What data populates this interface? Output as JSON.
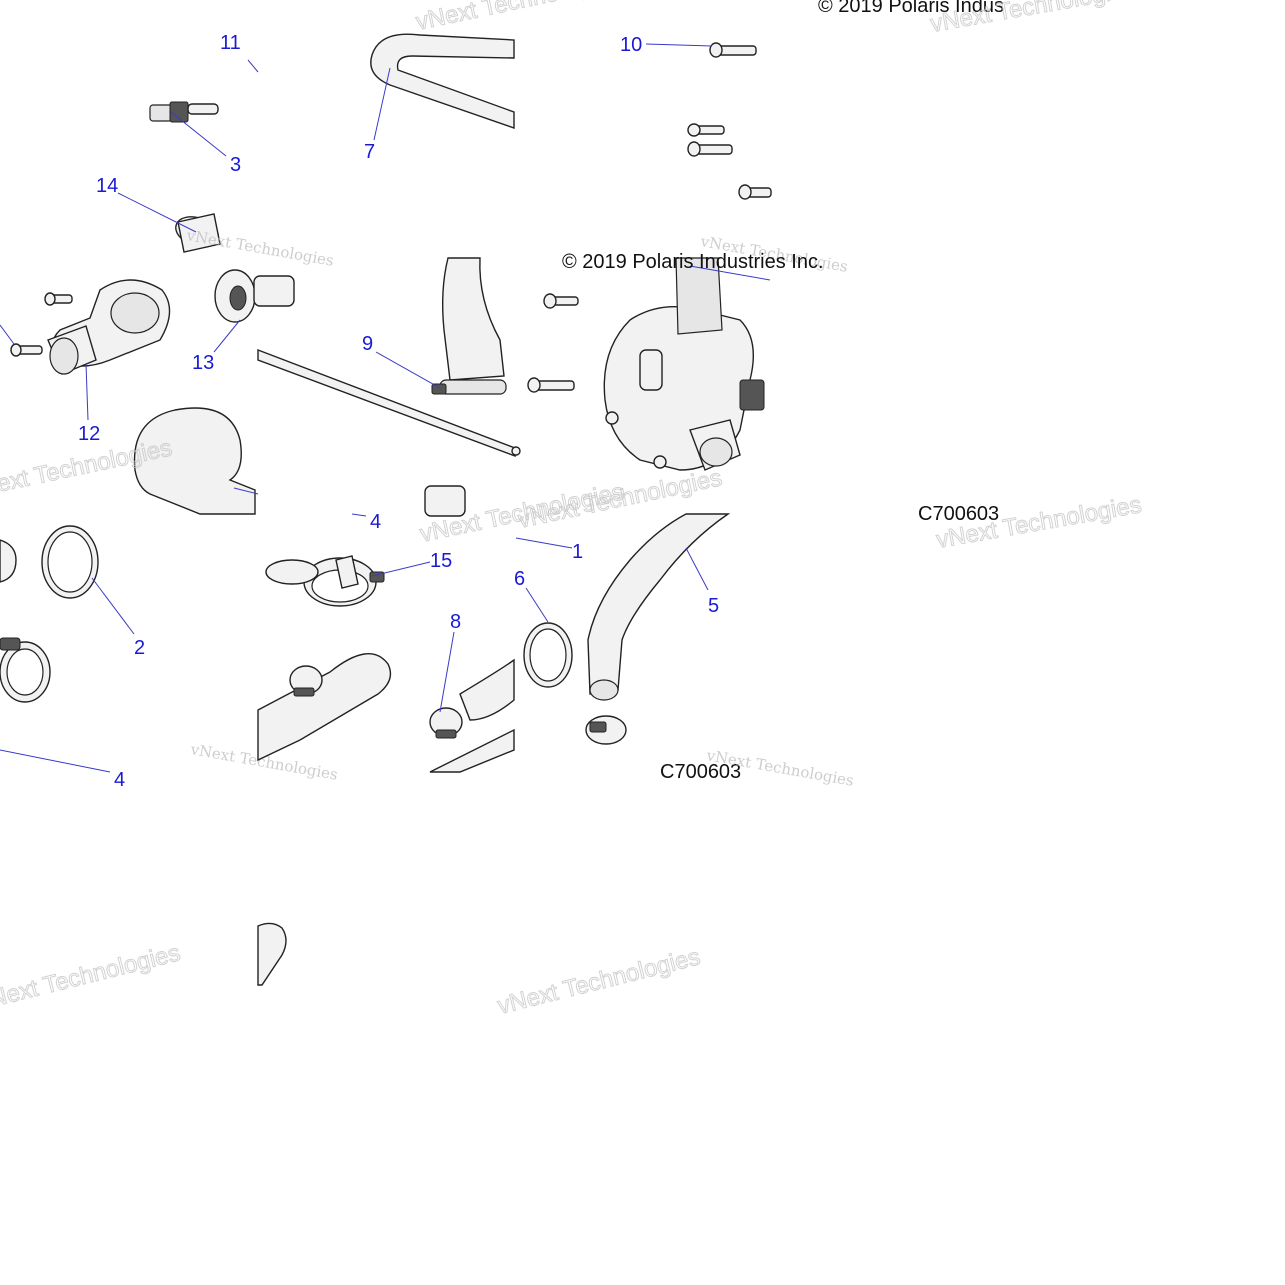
{
  "copyright_top": "© 2019 Polaris Indus",
  "copyright_mid": "© 2019 Polaris Industries Inc.",
  "code_right": "C700603",
  "code_bottom": "C700603",
  "watermark_text": "vNext Technologies",
  "callouts": {
    "c1": "1",
    "c2": "2",
    "c3": "3",
    "c4a": "4",
    "c4b": "4",
    "c5": "5",
    "c6": "6",
    "c7": "7",
    "c8": "8",
    "c9": "9",
    "c10": "10",
    "c11": "11",
    "c12": "12",
    "c13": "13",
    "c14": "14",
    "c15": "15"
  }
}
